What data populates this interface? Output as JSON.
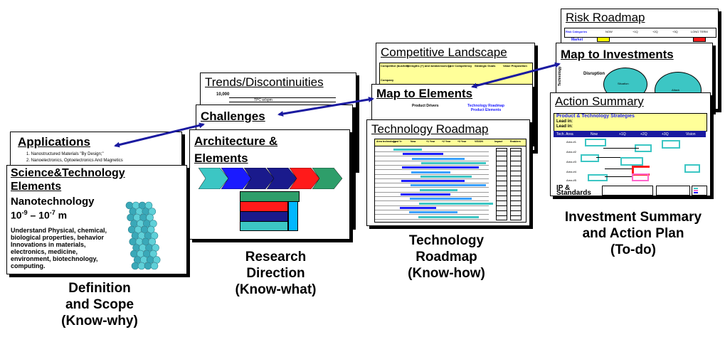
{
  "colors": {
    "arrow": "#1a1aa0",
    "teal": "#3cc6c4",
    "blue": "#1a1aff",
    "navy": "#1a1a8c",
    "red": "#ff1a1a",
    "green": "#2e9e6a",
    "shadow": "#000000",
    "ribbon": "#ffff99"
  },
  "stage1": {
    "applications_title": "Applications",
    "applications_items": [
      "1.        Nanostructured Materials \"By Design;\"",
      "2.        Nanoelectronics, Optoelectronics And Magnetics"
    ],
    "science_title_1": "Science&Technology",
    "science_title_2": "Elements",
    "nanotech_label": "Nanotechnology",
    "scale_base1": "10",
    "scale_exp1": "-9",
    "scale_mid": " – 10",
    "scale_exp2": "-7",
    "scale_unit": " m",
    "body_lines": [
      "Understand Physical, chemical,",
      "biological properties, behavior",
      "Innovations in materials,",
      "electronics, medicine,",
      "environment, biotechnology,",
      "computing."
    ],
    "caption": [
      "Definition",
      "and Scope",
      "(Know-why)"
    ]
  },
  "stage2": {
    "trends_title": "Trends/Discontinuities",
    "trends_axis": "10,000",
    "trends_note": "TPC w/spm",
    "challenges_title": "Challenges",
    "architecture_title_1": "Architecture &",
    "architecture_title_2": "Elements",
    "caption": [
      "Research",
      "Direction",
      "(Know-what)"
    ]
  },
  "stage3": {
    "competitive_title": "Competitive Landscape",
    "competitive_headers": [
      "Competitor (bus/tec)",
      "Strengths (+) and weaknesses (-)",
      "Core Competency",
      "Strategic Goals",
      "Value Proposition"
    ],
    "competitive_row": "Company",
    "map_elements_title": "Map to Elements",
    "map_elements_left": "Product Drivers",
    "map_elements_right": "Technology Roadmap Product Elements",
    "roadmap_title": "Technology Roadmap",
    "roadmap_headers": [
      "Area technology",
      "Last Yr",
      "Now",
      "+1 Year",
      "+2 Year",
      "+3 Year",
      "VISION",
      "Impact",
      "Enablers"
    ],
    "caption": [
      "Technology",
      "Roadmap",
      "(Know-how)"
    ]
  },
  "stage4": {
    "risk_title": "Risk Roadmap",
    "risk_headers": [
      "Risk Categories",
      "NOW",
      "+1Q",
      "+2Q",
      "+3Q",
      "LONG TERM"
    ],
    "risk_row": "Market",
    "investments_title": "Map to Investments",
    "investments_label": "Disruption",
    "investments_axis": "Technology",
    "investments_bubbles": [
      "Situation",
      "Attack"
    ],
    "action_title": "Action Summary",
    "action_strategies": "Product & Technology Strategies",
    "action_lead1": "Lead in:",
    "action_lead2": "Lead in:",
    "action_headers": [
      "Tech. Area",
      "Now",
      "+1Q",
      "+2Q",
      "+3Q",
      "Vision"
    ],
    "action_rows": [
      "Area #1",
      "Area #2",
      "Area #3",
      "Area #4",
      "Area #5"
    ],
    "action_ip_1": "IP &",
    "action_ip_2": "Standards",
    "caption": [
      "Investment Summary",
      "and Action Plan",
      "(To-do)"
    ]
  }
}
